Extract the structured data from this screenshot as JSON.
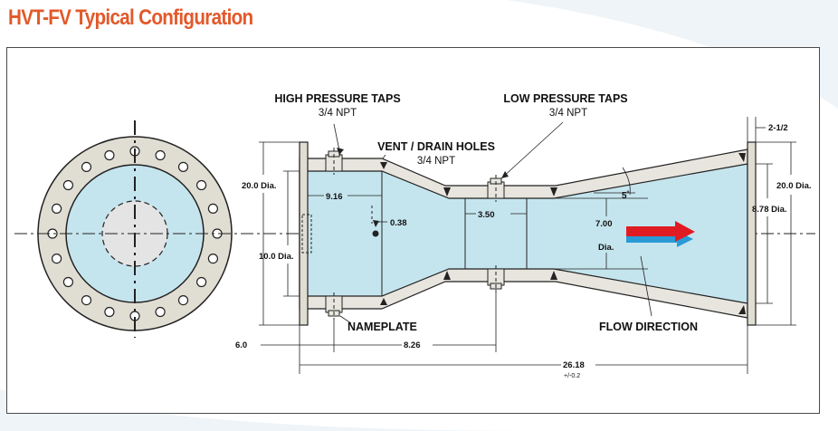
{
  "header": {
    "title": "HVT-FV Typical Configuration"
  },
  "labels": {
    "high_pressure_taps": "HIGH PRESSURE TAPS",
    "high_pressure_npt": "3/4 NPT",
    "low_pressure_taps": "LOW PRESSURE TAPS",
    "low_pressure_npt": "3/4 NPT",
    "vent_drain": "VENT / DRAIN HOLES",
    "vent_npt": "3/4 NPT",
    "nameplate": "NAMEPLATE",
    "flow_direction": "FLOW DIRECTION"
  },
  "dimensions": {
    "inlet_flange_dia": "20.0 Dia.",
    "outlet_flange_dia": "20.0 Dia.",
    "inlet_length": "9.16",
    "offset": "0.38",
    "throat_length": "3.50",
    "throat_dia": "7.00",
    "throat_dia_unit": "Dia.",
    "inlet_bore_dia": "10.0 Dia.",
    "outlet_bore_dia": "8.78 Dia.",
    "angle": "5˚",
    "flange_thickness": "2-1/2",
    "upstream": "6.0",
    "tap_spacing": "8.26",
    "overall_length": "26.18",
    "tolerance": "+/-0.2"
  },
  "colors": {
    "title": "#e2592a",
    "fluid": "#c5e5ee",
    "metal": "#e7e5de",
    "flange": "#e0ddd3",
    "arrow_red": "#e11b22",
    "arrow_blue": "#2a9ad6"
  }
}
